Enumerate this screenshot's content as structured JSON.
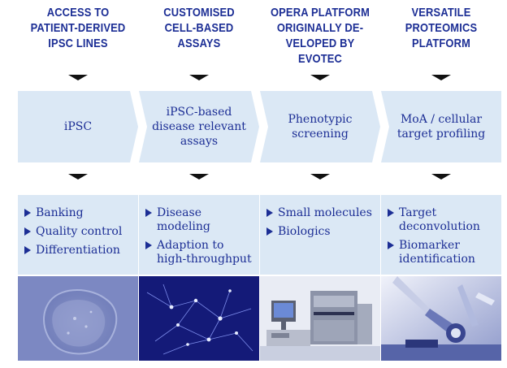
{
  "columns": [
    {
      "header": [
        "ACCESS TO",
        "PATIENT-DERIVED",
        "IPSC LINES"
      ],
      "step": [
        "iPSC"
      ],
      "items": [
        [
          "Banking"
        ],
        [
          "Quality control"
        ],
        [
          "Differentiation"
        ]
      ],
      "photo_icon": "ipsc-colony-micrograph"
    },
    {
      "header": [
        "CUSTOMISED",
        "CELL-BASED",
        "ASSAYS"
      ],
      "step": [
        "iPSC-based",
        "disease relevant",
        "assays"
      ],
      "items": [
        [
          "Disease",
          "modeling"
        ],
        [
          "Adaption to",
          "high-throughput"
        ]
      ],
      "photo_icon": "neuron-network-micrograph"
    },
    {
      "header": [
        "OPERA PLATFORM",
        "ORIGINALLY DE-",
        "VELOPED BY EVOTEC"
      ],
      "step": [
        "Phenotypic",
        "screening"
      ],
      "items": [
        [
          "Small molecules"
        ],
        [
          "Biologics"
        ]
      ],
      "photo_icon": "screening-instrument-photo"
    },
    {
      "header": [
        "VERSATILE",
        "PROTEOMICS",
        "PLATFORM"
      ],
      "step": [
        "MoA / cellular",
        "target profiling"
      ],
      "items": [
        [
          "Target",
          "deconvolution"
        ],
        [
          "Biomarker",
          "identification"
        ]
      ],
      "photo_icon": "lab-equipment-photo"
    }
  ],
  "colors": {
    "text": "#1c2e95",
    "panel": "#dbe8f5",
    "arrow": "#111111"
  }
}
